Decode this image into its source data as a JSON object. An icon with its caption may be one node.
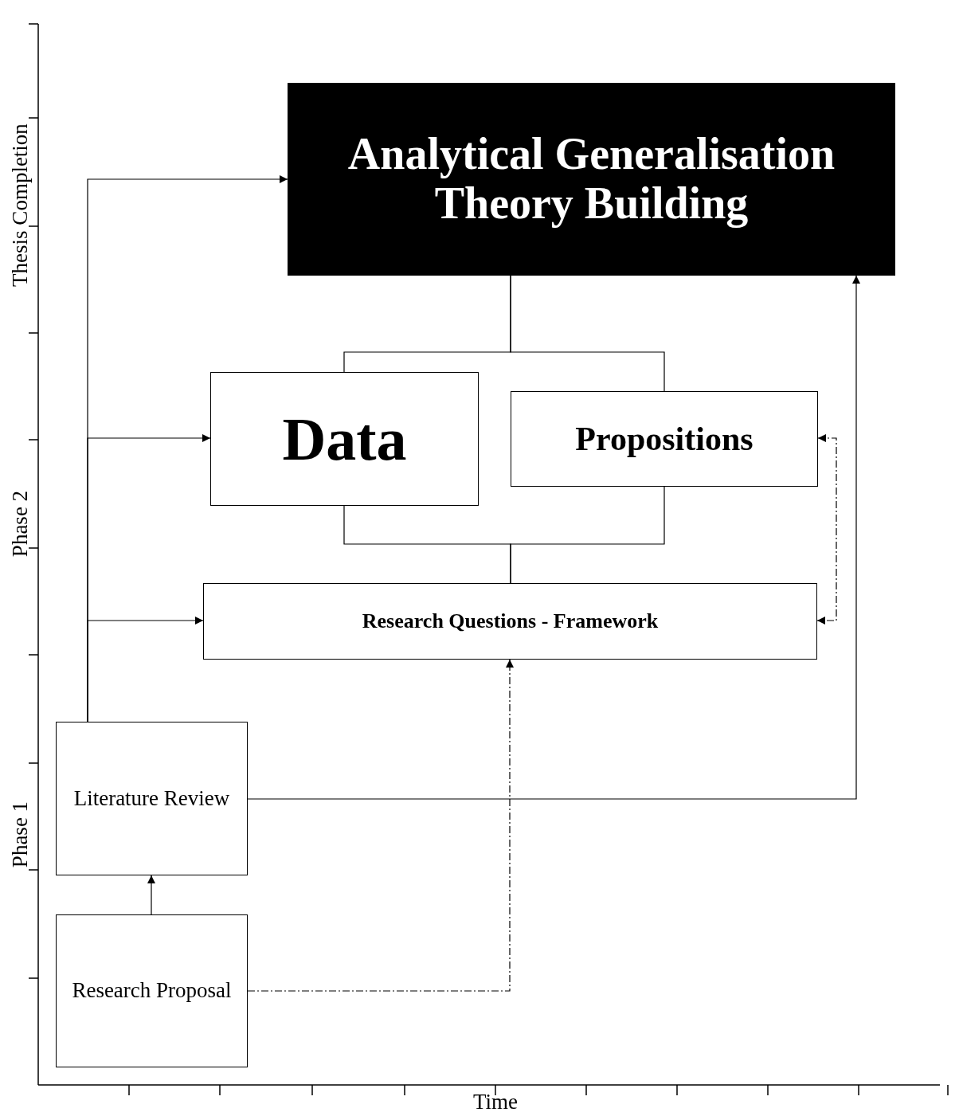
{
  "diagram": {
    "nodes": [
      {
        "text": [
          "Analytical Generalisation Theory Building"
        ]
      },
      {
        "text": [
          "Data"
        ]
      },
      {
        "text": [
          "Propositions"
        ]
      },
      {
        "text": [
          "Research Questions - Framework"
        ]
      },
      {
        "text": [
          "Literature Review"
        ]
      },
      {
        "text": [
          "Research Proposal"
        ]
      }
    ],
    "edges": [
      {
        "from": 4,
        "to": 0,
        "arrow": "to"
      },
      {
        "from": 4,
        "to": 1,
        "arrow": "to"
      },
      {
        "from": 4,
        "to": 3,
        "arrow": "to"
      },
      {
        "from": 4,
        "to": 0,
        "arrow": "to"
      },
      {
        "from": 5,
        "to": 4,
        "arrow": "to"
      },
      {
        "from": 5,
        "to": 3,
        "arrow": "to",
        "style": "dashed"
      },
      {
        "from": 2,
        "to": 3,
        "arrow": "both",
        "style": "dashed"
      },
      {
        "from": 1,
        "to": 0,
        "arrow": "none"
      },
      {
        "from": 2,
        "to": 0,
        "arrow": "none"
      },
      {
        "from": 3,
        "to": 1,
        "arrow": "none"
      },
      {
        "from": 3,
        "to": 2,
        "arrow": "none"
      }
    ],
    "labels": [
      "Thesis Completion",
      "Phase 2",
      "Phase 1",
      "Time"
    ]
  }
}
